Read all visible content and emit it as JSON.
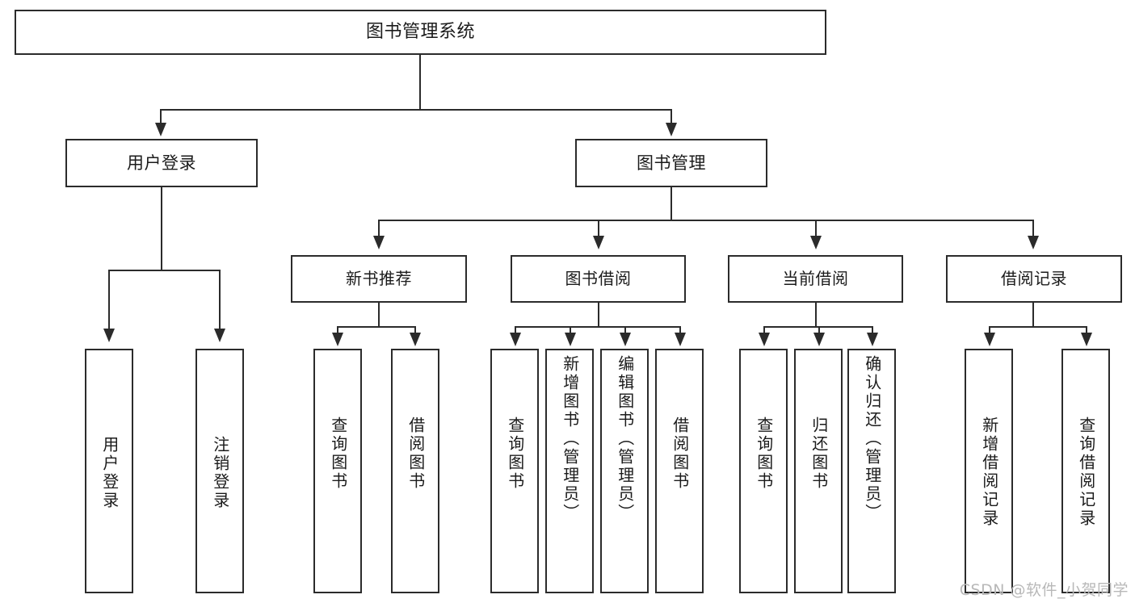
{
  "diagram": {
    "title": "图书管理系统",
    "type": "tree",
    "watermark": "CSDN @软件_小贺同学",
    "colors": {
      "stroke": "#2b2b2b",
      "fill": "#ffffff",
      "text": "#1b1b1b",
      "watermark": "#b8b8b8"
    },
    "root": {
      "label": "图书管理系统"
    },
    "level2": [
      {
        "label": "用户登录"
      },
      {
        "label": "图书管理"
      }
    ],
    "level3": [
      {
        "label": "新书推荐"
      },
      {
        "label": "图书借阅"
      },
      {
        "label": "当前借阅"
      },
      {
        "label": "借阅记录"
      }
    ],
    "leaves": {
      "user_login": [
        {
          "label": "用户登录"
        },
        {
          "label": "注销登录"
        }
      ],
      "new_book_recommend": [
        {
          "label": "查询图书"
        },
        {
          "label": "借阅图书"
        }
      ],
      "book_borrow": [
        {
          "label": "查询图书"
        },
        {
          "label": "新增图书（管理员）"
        },
        {
          "label": "编辑图书（管理员）"
        },
        {
          "label": "借阅图书"
        }
      ],
      "current_borrow": [
        {
          "label": "查询图书"
        },
        {
          "label": "归还图书"
        },
        {
          "label": "确认归还（管理员）"
        }
      ],
      "borrow_record": [
        {
          "label": "新增借阅记录"
        },
        {
          "label": "查询借阅记录"
        }
      ]
    }
  }
}
